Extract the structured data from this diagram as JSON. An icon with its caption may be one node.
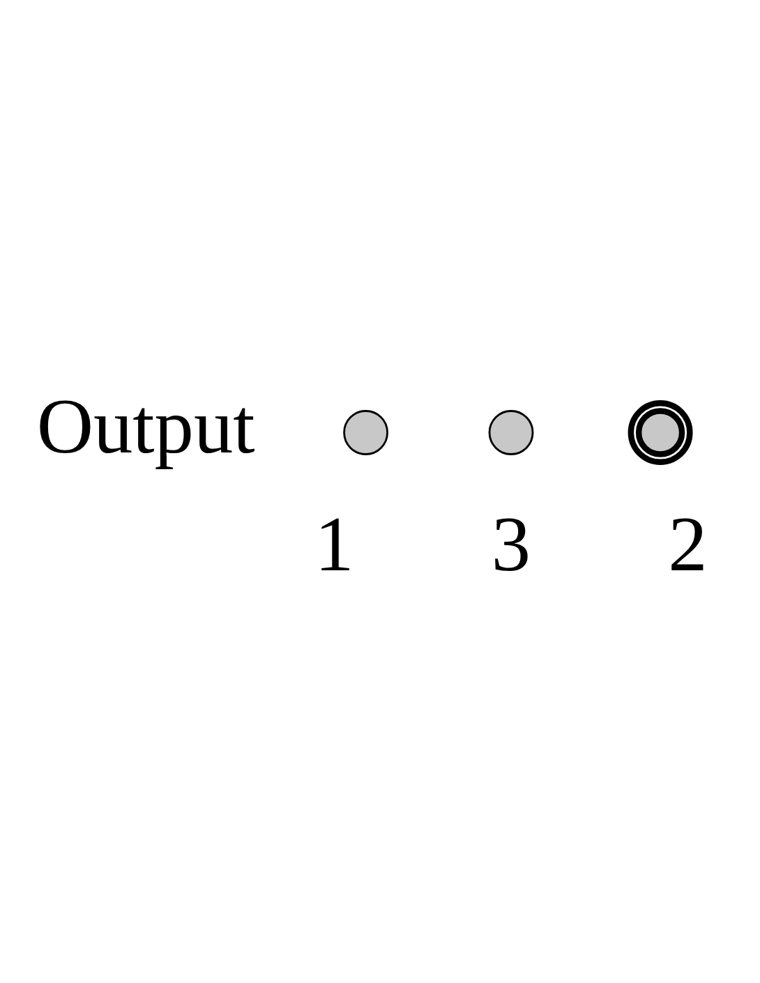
{
  "diagram": {
    "nodes": [
      {
        "text": [],
        "shape": "circle",
        "beside": [
          "1"
        ]
      },
      {
        "text": [],
        "shape": "circle",
        "beside": [
          "3"
        ]
      },
      {
        "text": [],
        "shape": "circle",
        "beside": [
          "2"
        ]
      }
    ],
    "edges": [],
    "labels": [
      "Output"
    ]
  }
}
